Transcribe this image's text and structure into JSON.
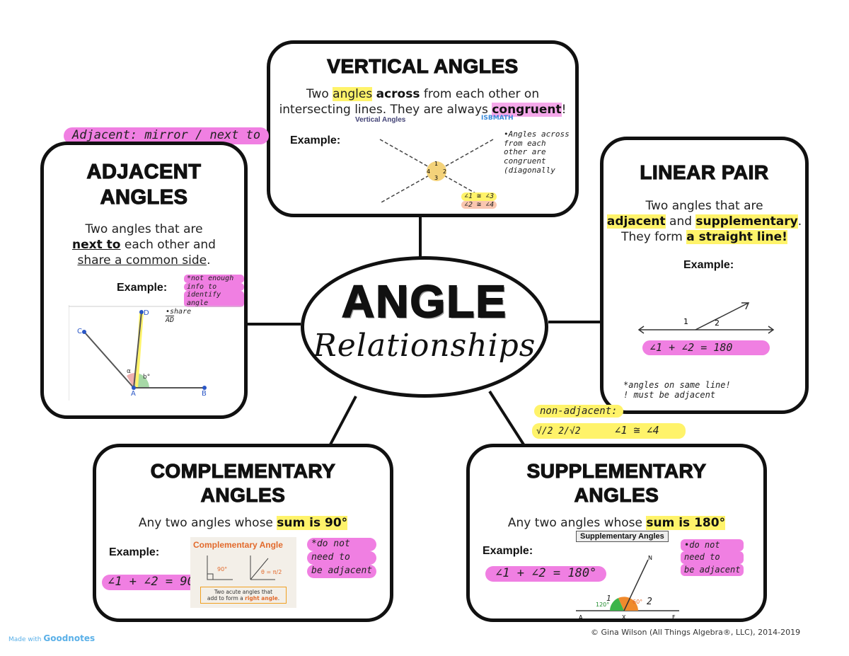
{
  "center": {
    "title": "ANGLE",
    "subtitle": "Relationships"
  },
  "vertical": {
    "title": "VERTICAL ANGLES",
    "t1": "Two ",
    "t2": "angles",
    "t3": " ",
    "t4": "across",
    "t5": " from each other on",
    "t6": "intersecting lines. They are always ",
    "t7": "congruent",
    "t8": "!",
    "example": "Example:",
    "img_title": "Vertical Angles",
    "img_brand": "ISBMATH",
    "angle_labels": [
      "1",
      "2",
      "3",
      "4"
    ],
    "note_pairs": [
      "∠1 ≅ ∠3",
      "∠2 ≅ ∠4"
    ],
    "note": [
      "•Angles across",
      "from each",
      "other are",
      "congruent",
      "(diagonally"
    ]
  },
  "adjacent": {
    "title1": "ADJACENT",
    "title2": "ANGLES",
    "t1": "Two angles that are",
    "t2": "next to",
    "t3": " each other and",
    "t4": "share a common side",
    "t5": ".",
    "example": "Example:",
    "note_top": "Adjacent: mirror / next to",
    "note_side": [
      "*not enough",
      "info to",
      "identify angle"
    ],
    "note_share": [
      "•share",
      "AD"
    ],
    "points": [
      "D",
      "C",
      "A",
      "B"
    ],
    "alpha": "α",
    "beta": "b°"
  },
  "linear": {
    "title": "LINEAR PAIR",
    "t1": "Two angles that are",
    "t2": "adjacent",
    "t3": " and ",
    "t4": "supplementary",
    "t5": ".",
    "t6": "They form ",
    "t7": "a straight line!",
    "example": "Example:",
    "angle_labels": [
      "1",
      "2"
    ],
    "eq": "∠1 + ∠2 = 180",
    "note": [
      "*angles on same line!",
      "! must be adjacent"
    ]
  },
  "complementary": {
    "title1": "COMPLEMENTARY",
    "title2": "ANGLES",
    "t1": "Any two angles whose ",
    "t2": "sum is 90°",
    "example": "Example:",
    "eq": "∠1 + ∠2 = 90°",
    "img_title": "Complementary Angle",
    "img_deg": "90°",
    "img_theta": "θ = π/2",
    "img_caption1": "Two acute angles that",
    "img_caption2a": "add to form a ",
    "img_caption2b": "right angle",
    "img_caption2c": ".",
    "note": [
      "*do not",
      "need to",
      "be adjacent"
    ]
  },
  "supplementary": {
    "title1": "SUPPLEMENTARY",
    "title2": "ANGLES",
    "t1": "Any two angles whose ",
    "t2": "sum is 180°",
    "example": "Example:",
    "eq": "∠1 + ∠2 = 180°",
    "img_title": "Supplementary Angles",
    "img_deg1": "120°",
    "img_deg2": "60°",
    "img_points": [
      "A",
      "X",
      "F",
      "N"
    ],
    "labels": [
      "1",
      "2"
    ],
    "note": [
      "•do not",
      "need to",
      "be adjacent"
    ]
  },
  "nonadjacent": {
    "label": "non-adjacent:",
    "frac": "√/2  2/√2",
    "eq": "∠1 ≅ ∠4"
  },
  "footer": {
    "copyright": "© Gina Wilson (All Things Algebra®, LLC), 2014-2019",
    "badge1": "Made with",
    "badge2": "Goodnotes"
  },
  "colors": {
    "highlight_yellow": "#fff36a",
    "highlight_pink": "#f07fe2",
    "border": "#111111"
  }
}
